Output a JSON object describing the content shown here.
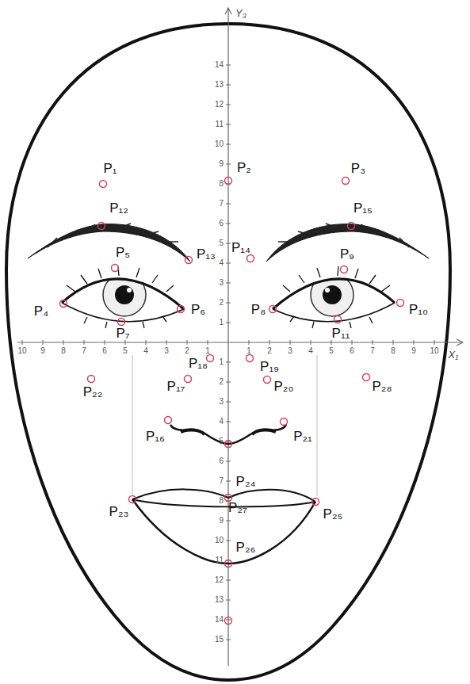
{
  "diagram": {
    "labels": [
      "P₁",
      "P₂",
      "P₃",
      "P₄",
      "P₅",
      "P₆",
      "P₇",
      "P₈",
      "P₉",
      "P₁₀",
      "P₁₁",
      "P₁₂",
      "P₁₃",
      "P₁₄",
      "P₁₅",
      "P₁₆",
      "P₁₇",
      "P₁₈",
      "P₁₉",
      "P₂₀",
      "P₂₁",
      "P₂₂",
      "P₂₃",
      "P₂₄",
      "P₂₅",
      "P₂₆",
      "P₂₇",
      "P₂₈",
      "Y₃",
      "X₁",
      "10",
      "9",
      "8",
      "7",
      "6",
      "5",
      "4",
      "3",
      "2",
      "1",
      "1",
      "2",
      "3",
      "4",
      "5",
      "6",
      "7",
      "8",
      "9",
      "10",
      "14",
      "13",
      "12",
      "11",
      "10",
      "9",
      "8",
      "7",
      "6",
      "5",
      "4",
      "3",
      "2",
      "1",
      "1",
      "2",
      "3",
      "4",
      "5",
      "6",
      "7",
      "8",
      "9",
      "10",
      "11",
      "12",
      "13",
      "14",
      "15"
    ]
  }
}
